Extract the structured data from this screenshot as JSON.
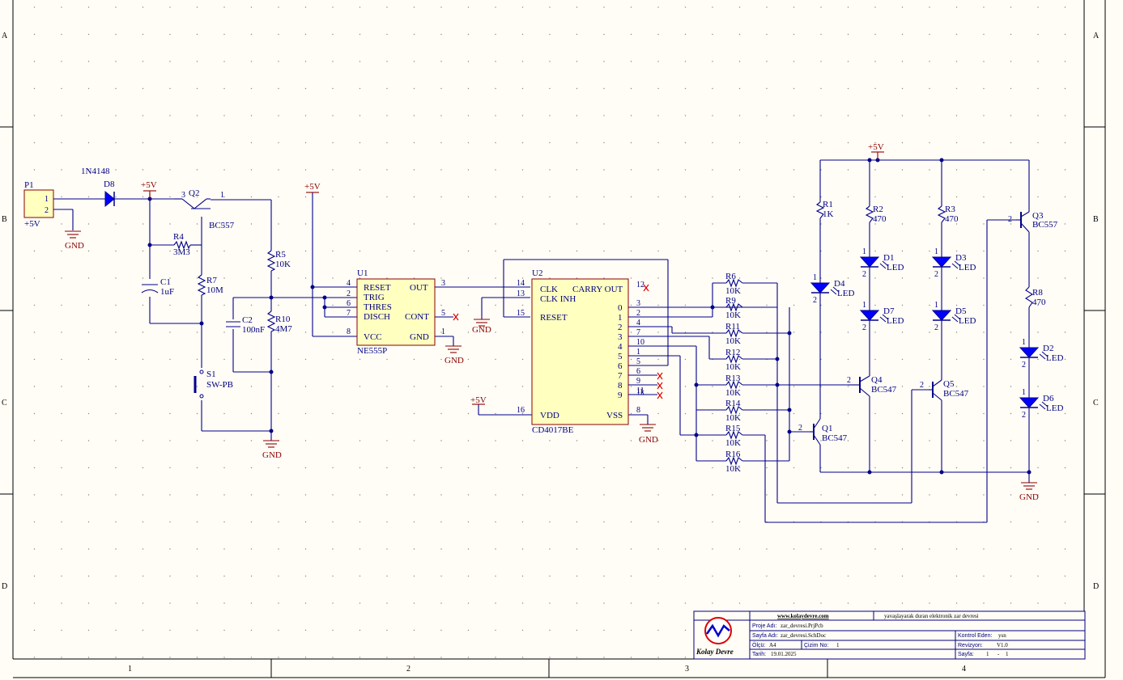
{
  "zones": {
    "cols": [
      "1",
      "2",
      "3",
      "4"
    ],
    "rows": [
      "A",
      "B",
      "C",
      "D"
    ]
  },
  "components": {
    "P1": {
      "ref": "P1",
      "pins": [
        "1",
        "2"
      ],
      "val": "+5V"
    },
    "D8": {
      "ref": "D8",
      "val": "1N4148"
    },
    "Q2": {
      "ref": "Q2",
      "val": "BC557",
      "pin3": "3",
      "pin1": "1"
    },
    "R4": {
      "ref": "R4",
      "val": "3M3"
    },
    "C1": {
      "ref": "C1",
      "val": "1uF"
    },
    "R7": {
      "ref": "R7",
      "val": "10M"
    },
    "S1": {
      "ref": "S1",
      "val": "SW-PB"
    },
    "R5": {
      "ref": "R5",
      "val": "10K"
    },
    "C2": {
      "ref": "C2",
      "val": "100nF"
    },
    "R10": {
      "ref": "R10",
      "val": "4M7"
    },
    "U1": {
      "ref": "U1",
      "val": "NE555P",
      "pins_left": [
        "RESET",
        "TRIG",
        "THRES",
        "DISCH",
        "VCC"
      ],
      "pins_left_num": [
        "4",
        "2",
        "6",
        "7",
        "8"
      ],
      "pins_right": [
        "OUT",
        "CONT",
        "GND"
      ],
      "pins_right_num": [
        "3",
        "5",
        "1"
      ]
    },
    "U2": {
      "ref": "U2",
      "val": "CD4017BE",
      "pins_left": [
        "CLK",
        "CLK INH",
        "RESET",
        "VDD"
      ],
      "pins_left_num": [
        "14",
        "13",
        "15",
        "16"
      ],
      "carry": "CARRY OUT",
      "carry_num": "12",
      "vss": "VSS",
      "vss_num": "8",
      "outs": [
        "0",
        "1",
        "2",
        "3",
        "4",
        "5",
        "6",
        "7",
        "8",
        "9"
      ],
      "out_nums": [
        "3",
        "2",
        "4",
        "7",
        "10",
        "1",
        "5",
        "6",
        "9",
        "11"
      ]
    },
    "R6": {
      "ref": "R6",
      "val": "10K"
    },
    "R9": {
      "ref": "R9",
      "val": "10K"
    },
    "R11": {
      "ref": "R11",
      "val": "10K"
    },
    "R12": {
      "ref": "R12",
      "val": "10K"
    },
    "R13": {
      "ref": "R13",
      "val": "10K"
    },
    "R14": {
      "ref": "R14",
      "val": "10K"
    },
    "R15": {
      "ref": "R15",
      "val": "10K"
    },
    "R16": {
      "ref": "R16",
      "val": "10K"
    },
    "R1": {
      "ref": "R1",
      "val": "1K"
    },
    "R2": {
      "ref": "R2",
      "val": "470"
    },
    "R3": {
      "ref": "R3",
      "val": "470"
    },
    "R8": {
      "ref": "R8",
      "val": "470"
    },
    "D1": {
      "ref": "D1",
      "val": "LED"
    },
    "D2": {
      "ref": "D2",
      "val": "LED"
    },
    "D3": {
      "ref": "D3",
      "val": "LED"
    },
    "D4": {
      "ref": "D4",
      "val": "LED"
    },
    "D5": {
      "ref": "D5",
      "val": "LED"
    },
    "D6": {
      "ref": "D6",
      "val": "LED"
    },
    "D7": {
      "ref": "D7",
      "val": "LED"
    },
    "Q1": {
      "ref": "Q1",
      "val": "BC547"
    },
    "Q3": {
      "ref": "Q3",
      "val": "BC557"
    },
    "Q4": {
      "ref": "Q4",
      "val": "BC547"
    },
    "Q5": {
      "ref": "Q5",
      "val": "BC547"
    }
  },
  "power": {
    "vcc": "+5V",
    "gnd": "GND",
    "nc_label": "1k"
  },
  "pin_digits": {
    "one": "1",
    "two": "2",
    "three": "3"
  },
  "title_block": {
    "website": "www.kolaydevre.com",
    "description": "yavaşlayarak duran elektronik zar devresi",
    "logo_text": "Kolay Devre",
    "project_label": "Proje Adı:",
    "project_value": "zar_devresi.PrjPcb",
    "page_label": "Sayfa Adı:",
    "page_value": "zar_devresi.SchDoc",
    "checked_label": "Kontrol Eden:",
    "checked_value": "ysn",
    "size_label": "Ölçü:",
    "size_value": "A4",
    "drawno_label": "Çizim No:",
    "drawno_value": "1",
    "rev_label": "Revizyon:",
    "rev_value": "V1.0",
    "date_label": "Tarih:",
    "date_value": "19.01.2025",
    "sheet_label": "Sayfa:",
    "sheet_value": "1",
    "sheet_sep": "-",
    "sheet_total": "1"
  },
  "colors": {
    "wire": "#00008b",
    "power": "#8b0000",
    "part_fill": "#ffffc0",
    "sheet": "#fffdf6",
    "led_fill": "#0000ff"
  }
}
